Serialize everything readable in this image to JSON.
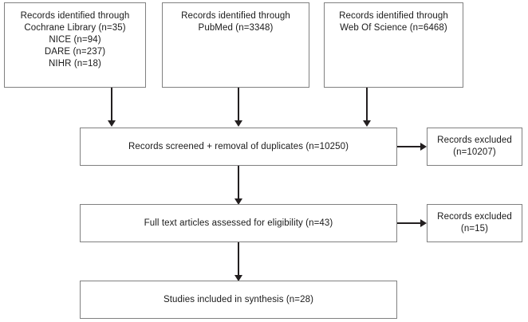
{
  "diagram": {
    "type": "prisma-flow-diagram",
    "colors": {
      "box_border": "#808080",
      "arrow": "#231f20",
      "text": "#1a1a1a",
      "background": "#ffffff"
    },
    "sources": [
      {
        "id": "cochrane",
        "lines": [
          "Records identified through",
          "Cochrane Library (n=35)",
          "NICE (n=94)",
          "DARE (n=237)",
          "NIHR (n=18)"
        ]
      },
      {
        "id": "pubmed",
        "lines": [
          "Records identified through",
          "PubMed (n=3348)"
        ]
      },
      {
        "id": "web-of-science",
        "lines": [
          "Records identified through",
          "Web Of Science (n=6468)"
        ]
      }
    ],
    "stages": [
      {
        "id": "screened",
        "lines": [
          "Records screened + removal of duplicates (n=10250)"
        ]
      },
      {
        "id": "full-text",
        "lines": [
          "Full text articles assessed for eligibility (n=43)"
        ]
      },
      {
        "id": "included",
        "lines": [
          "Studies included in synthesis (n=28)"
        ]
      }
    ],
    "exclusions": [
      {
        "id": "excluded-screening",
        "lines": [
          "Records excluded",
          "(n=10207)"
        ]
      },
      {
        "id": "excluded-full-text",
        "lines": [
          "Records excluded",
          "(n=15)"
        ]
      }
    ]
  }
}
